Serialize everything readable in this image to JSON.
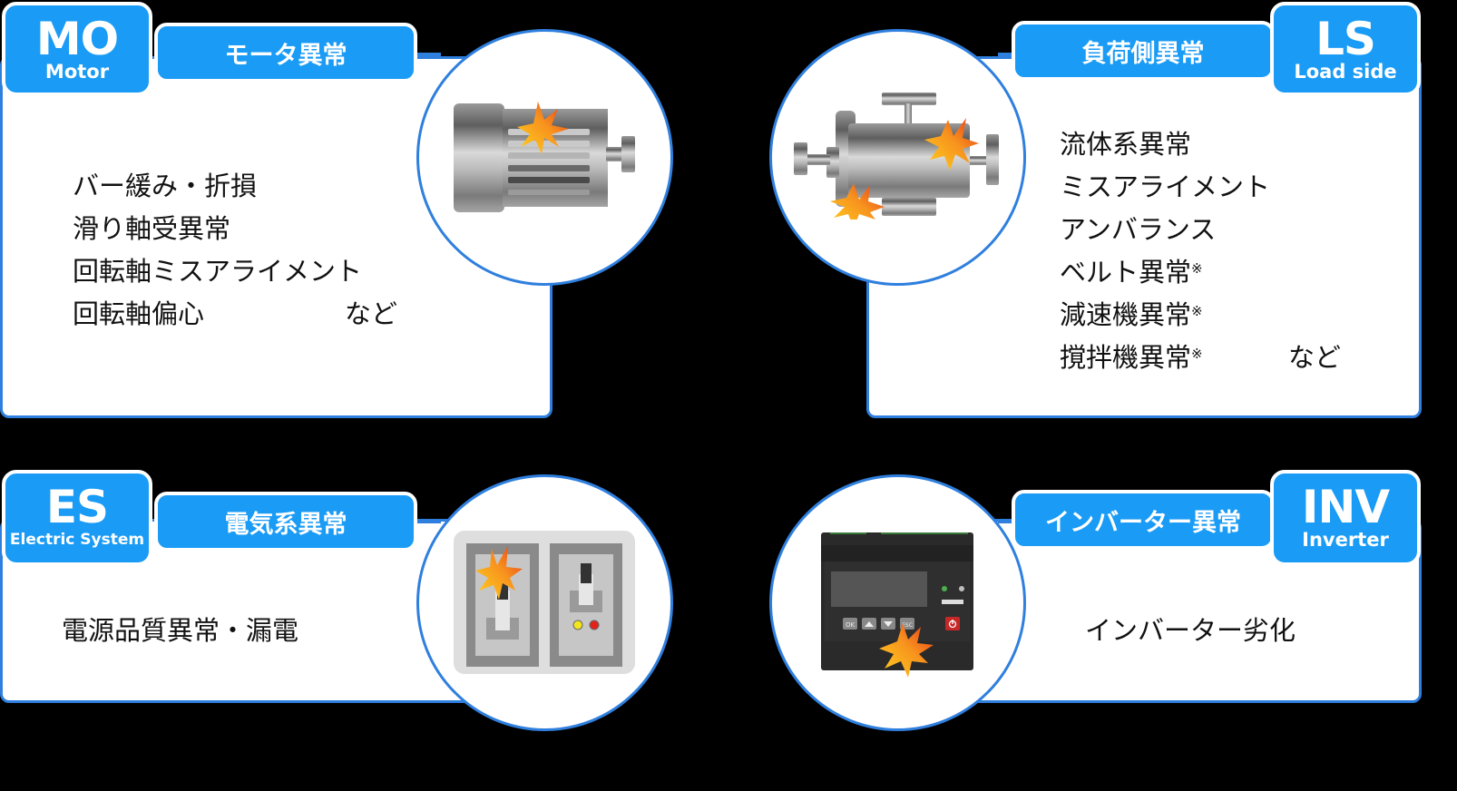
{
  "panels": {
    "motor": {
      "code": "MO",
      "code_sub": "Motor",
      "title": "モータ異常",
      "items": [
        "バー緩み・折損",
        "滑り軸受異常",
        "回転軸ミスアライメント",
        "回転軸偏心"
      ],
      "etc": "など",
      "icon": "motor-icon"
    },
    "load_side": {
      "code": "LS",
      "code_sub": "Load side",
      "title": "負荷側異常",
      "items": [
        {
          "text": "流体系異常",
          "note": ""
        },
        {
          "text": "ミスアライメント",
          "note": ""
        },
        {
          "text": "アンバランス",
          "note": ""
        },
        {
          "text": "ベルト異常",
          "note": "※"
        },
        {
          "text": "減速機異常",
          "note": "※"
        },
        {
          "text": "撹拌機異常",
          "note": "※"
        }
      ],
      "etc": "など",
      "icon": "pump-icon"
    },
    "electric": {
      "code": "ES",
      "code_sub": "Electric System",
      "title": "電気系異常",
      "items": [
        "電源品質異常・漏電"
      ],
      "icon": "breaker-icon"
    },
    "inverter": {
      "code": "INV",
      "code_sub": "Inverter",
      "title": "インバーター異常",
      "items": [
        "インバーター劣化"
      ],
      "icon": "inverter-icon",
      "buttons": [
        "OK",
        "▲",
        "▼",
        "ESC"
      ]
    }
  },
  "colors": {
    "badge": "#1a9bf5",
    "border": "#2f7fde",
    "background": "#000000",
    "spark_start": "#ffd21f",
    "spark_end": "#e8321a"
  }
}
